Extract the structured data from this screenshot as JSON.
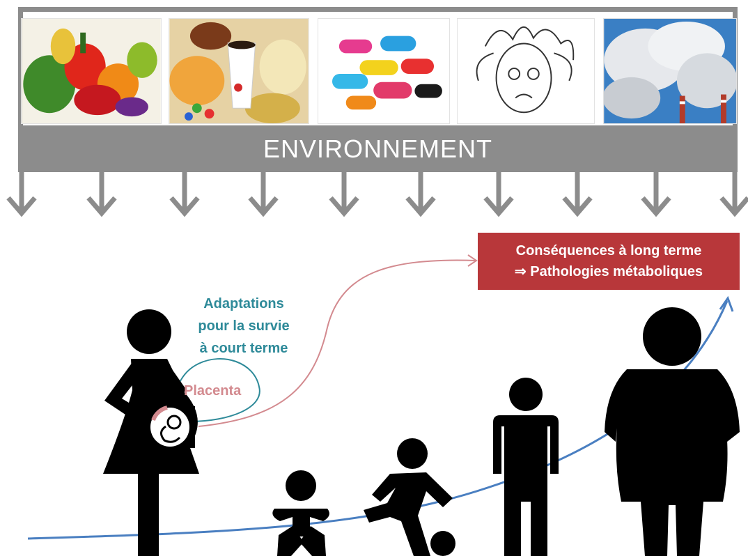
{
  "environment": {
    "label": "ENVIRONNEMENT",
    "photos": [
      "vegetables-photo",
      "junk-food-photo",
      "pills-photo",
      "stress-drawing",
      "pollution-photo"
    ]
  },
  "consequences": {
    "line1": "Conséquences à long terme",
    "line2": "⇒ Pathologies métaboliques"
  },
  "adaptations": {
    "line1": "Adaptations",
    "line2": "pour la survie",
    "line3": "à court terme"
  },
  "placenta": {
    "label": "Placenta"
  },
  "colors": {
    "frame_gray": "#8c8c8c",
    "box_red": "#b8373a",
    "teal": "#2e8a99",
    "pink": "#d38a8f",
    "curve_blue": "#4a7fc1",
    "figure_black": "#000000"
  },
  "figures": [
    "pregnant-woman-figure",
    "baby-figure",
    "child-playing-football-figure",
    "adult-figure",
    "obese-adult-figure"
  ]
}
